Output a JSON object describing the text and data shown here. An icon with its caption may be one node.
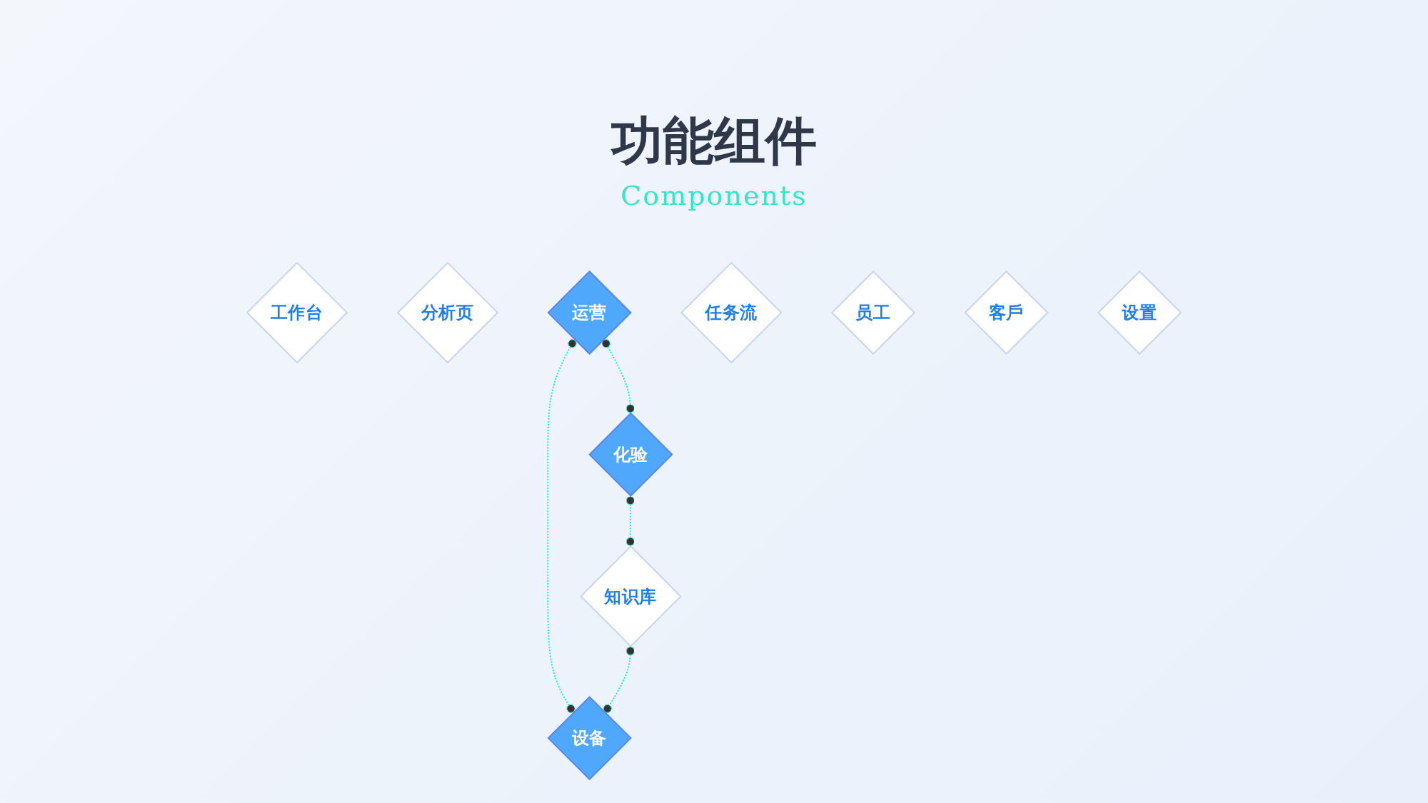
{
  "diagram": {
    "title": "功能组件",
    "nodes": [
      {
        "text": [
          "工作台"
        ]
      },
      {
        "text": [
          "分析页"
        ]
      },
      {
        "text": [
          "运营"
        ]
      },
      {
        "text": [
          "任务流"
        ]
      },
      {
        "text": [
          "员工"
        ]
      },
      {
        "text": [
          "客戶"
        ]
      },
      {
        "text": [
          "化验"
        ]
      },
      {
        "text": [
          "知识库"
        ]
      },
      {
        "text": [
          "设备"
        ]
      },
      {
        "text": [
          "设置"
        ]
      }
    ],
    "edges": [
      {
        "from": 2,
        "to": 6,
        "arrow": "other",
        "style": "dashed",
        "color": "#2ee8c8"
      },
      {
        "from": 2,
        "to": 8,
        "arrow": "other",
        "style": "dashed",
        "color": "#2ee8c8"
      },
      {
        "from": 6,
        "to": 7,
        "arrow": "other",
        "style": "dashed",
        "color": "#2ee8c8"
      },
      {
        "from": 7,
        "to": 8,
        "arrow": "other",
        "style": "dashed",
        "color": "#2ee8c8"
      }
    ],
    "labels": [
      "Components"
    ]
  }
}
